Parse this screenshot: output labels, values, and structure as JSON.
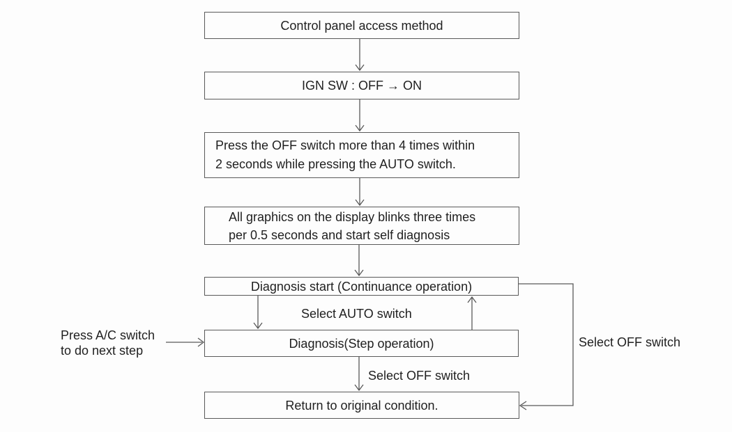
{
  "diagram": {
    "title": "Control panel access method flowchart",
    "colors": {
      "background": "#fdfdfd",
      "box_fill": "#fdfdfd",
      "box_border": "#595959",
      "line": "#595959",
      "text": "#1f1f1f"
    }
  },
  "boxes": [
    {
      "id": "control-panel-access-method",
      "lines": [
        "Control panel access method"
      ]
    },
    {
      "id": "ign-sw-off-on",
      "lines": [
        "IGN SW : OFF → ON"
      ]
    },
    {
      "id": "press-off-switch",
      "lines": [
        "Press the OFF switch more than 4 times within",
        "2 seconds while pressing the AUTO switch."
      ]
    },
    {
      "id": "graphics-blink",
      "lines": [
        "All graphics on the display blinks three times",
        "per 0.5 seconds and start self diagnosis"
      ]
    },
    {
      "id": "diagnosis-start",
      "lines": [
        "Diagnosis start (Continuance operation)"
      ]
    },
    {
      "id": "diagnosis-step",
      "lines": [
        "Diagnosis(Step operation)"
      ]
    },
    {
      "id": "return-original",
      "lines": [
        "Return to original condition."
      ]
    }
  ],
  "labels": {
    "select_auto": "Select AUTO switch",
    "select_off_mid": "Select OFF switch",
    "select_off_right": "Select OFF switch",
    "press_ac_line1": "Press A/C switch",
    "press_ac_line2": "to do next step"
  }
}
